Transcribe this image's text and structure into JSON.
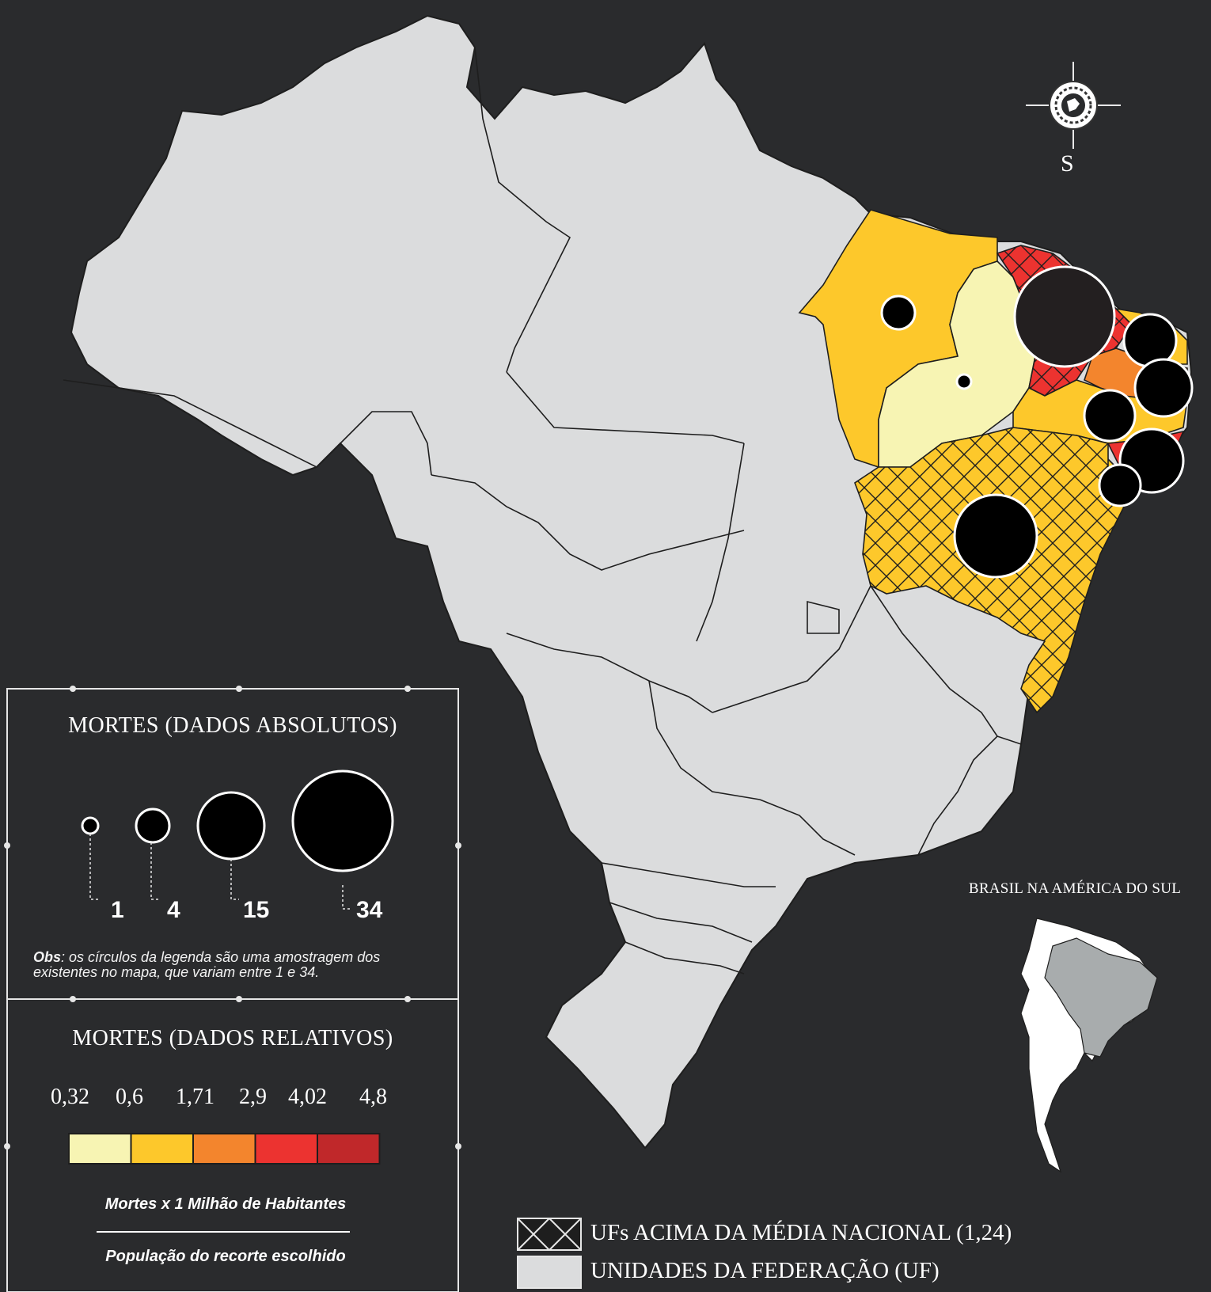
{
  "legend_absolute": {
    "title": "MORTES (DADOS ABSOLUTOS)",
    "values": [
      "1",
      "4",
      "15",
      "34"
    ],
    "obs_label": "Obs",
    "obs_text": ": os círculos da legenda são uma amostragem dos existentes no mapa, que variam entre 1 e 34."
  },
  "legend_relative": {
    "title": "MORTES (DADOS RELATIVOS)",
    "breaks": [
      "0,32",
      "0,6",
      "1,71",
      "2,9",
      "4,02",
      "4,8"
    ],
    "colors": [
      "#f7f4b3",
      "#fdc82b",
      "#f3852d",
      "#ec3330",
      "#c0282a"
    ],
    "numerator": "Mortes x 1 Milhão de Habitantes",
    "denominator": "População do recorte escolhido"
  },
  "key": {
    "hatched_label": "UFs ACIMA DA MÉDIA NACIONAL (1,24)",
    "plain_label": "UNIDADES DA FEDERAÇÃO (UF)"
  },
  "inset": {
    "title": "BRASIL NA AMÉRICA DO SUL"
  },
  "compass": {
    "label": "S"
  },
  "colors": {
    "background": "#2a2b2d",
    "land": "#dbdcdd",
    "outline": "#1e1e1e"
  }
}
